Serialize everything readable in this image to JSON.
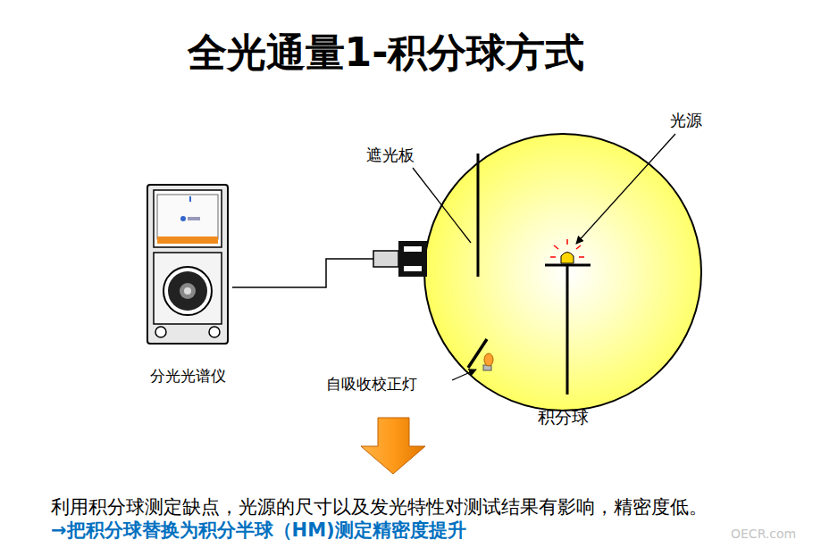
{
  "diagram": {
    "title": "全光通量1-积分球方式",
    "nodes": [
      {
        "text": [
          "分光光谱仪"
        ]
      },
      {
        "text": [
          "积分球"
        ]
      }
    ],
    "edges": [
      {
        "from": 0,
        "to": 1,
        "arrow": "none"
      }
    ],
    "labels": [
      "遮光板",
      "光源",
      "自吸收校正灯",
      "利用积分球测定缺点，光源的尺寸以及发光特性对测试结果有影响，精密度低。",
      "→把积分球替换为积分半球（HM)测定精密度提升",
      "OECR.com"
    ]
  }
}
